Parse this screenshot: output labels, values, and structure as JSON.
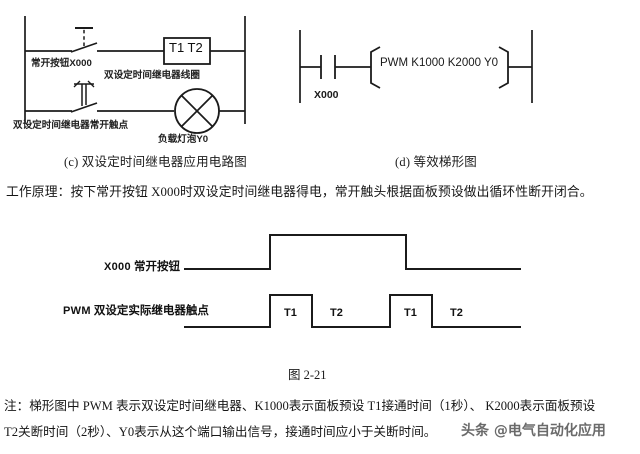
{
  "figure": {
    "number": "图 2-21",
    "captions": {
      "c": "(c)  双设定时间继电器应用电路图",
      "d": "(d)  等效梯形图"
    }
  },
  "circuit_c": {
    "title": "双设定时间继电器应用电路图",
    "button_label": "常开按钮X000",
    "coil_box_text": "T1 T2",
    "coil_caption": "双设定时间继电器线圈",
    "contact_label": "双设定时间继电器常开触点",
    "lamp_label": "负载灯泡Y0"
  },
  "ladder_d": {
    "title": "等效梯形图",
    "contact_address": "X000",
    "instruction": "PWM K1000 K2000 Y0"
  },
  "principle": {
    "text": "工作原理：按下常开按钮 X000时双设定时间继电器得电，常开触头根据面板预设做出循环性断开闭合。"
  },
  "timing": {
    "signals": [
      {
        "name_bold": "X000",
        "name_cn": "常开按钮",
        "type": "square",
        "markers": []
      },
      {
        "name_bold": "PWM",
        "name_cn": "双设定实际继电器触点",
        "type": "pulse-train",
        "markers": [
          "T1",
          "T2",
          "T1",
          "T2"
        ]
      }
    ]
  },
  "notes": {
    "line1": "注：梯形图中 PWM 表示双设定时间继电器、K1000表示面板预设 T1接通时间（1秒）、 K2000表示面板预设",
    "line2": "T2关断时间（2秒）、Y0表示从这个端口输出信号，接通时间应小于关断时间。"
  },
  "watermark": {
    "text": "头条 @电气自动化应用"
  },
  "chart_data": {
    "type": "line",
    "title": "图 2-21 双设定时间继电器时序图",
    "xlabel": "",
    "ylabel": "",
    "series": [
      {
        "name": "X000 常开按钮",
        "x": [
          185,
          270,
          270,
          406,
          406,
          520
        ],
        "values": [
          0,
          0,
          1,
          1,
          0,
          0
        ]
      },
      {
        "name": "PWM 双设定实际继电器触点",
        "x": [
          185,
          270,
          270,
          312,
          312,
          390,
          390,
          432,
          432,
          520
        ],
        "values": [
          0,
          0,
          1,
          1,
          0,
          0,
          1,
          1,
          0,
          0
        ]
      }
    ],
    "annotations": [
      "T1",
      "T2",
      "T1",
      "T2"
    ],
    "grid": false,
    "legend": "left"
  }
}
